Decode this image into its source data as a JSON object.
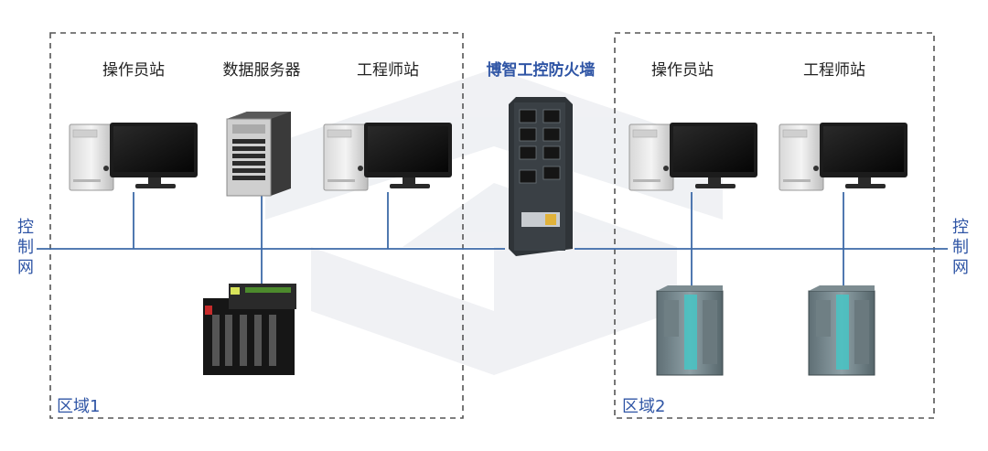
{
  "zone1": {
    "label": "区域1",
    "stations": [
      {
        "label": "操作员站",
        "icon": "workstation-icon"
      },
      {
        "label": "数据服务器",
        "icon": "server-icon"
      },
      {
        "label": "工程师站",
        "icon": "workstation-icon"
      }
    ],
    "controller_icon": "dcs-controller-icon"
  },
  "firewall": {
    "label": "博智工控防火墙",
    "icon": "firewall-icon"
  },
  "zone2": {
    "label": "区域2",
    "stations": [
      {
        "label": "操作员站",
        "icon": "workstation-icon"
      },
      {
        "label": "工程师站",
        "icon": "workstation-icon"
      }
    ],
    "plc_icons": [
      "plc-icon",
      "plc-icon"
    ]
  },
  "network": {
    "left": [
      "控",
      "制",
      "网"
    ],
    "right": [
      "控",
      "制",
      "网"
    ]
  },
  "colors": {
    "line": "#3d6aa8",
    "accent": "#2f55a5",
    "dash": "#555555"
  }
}
